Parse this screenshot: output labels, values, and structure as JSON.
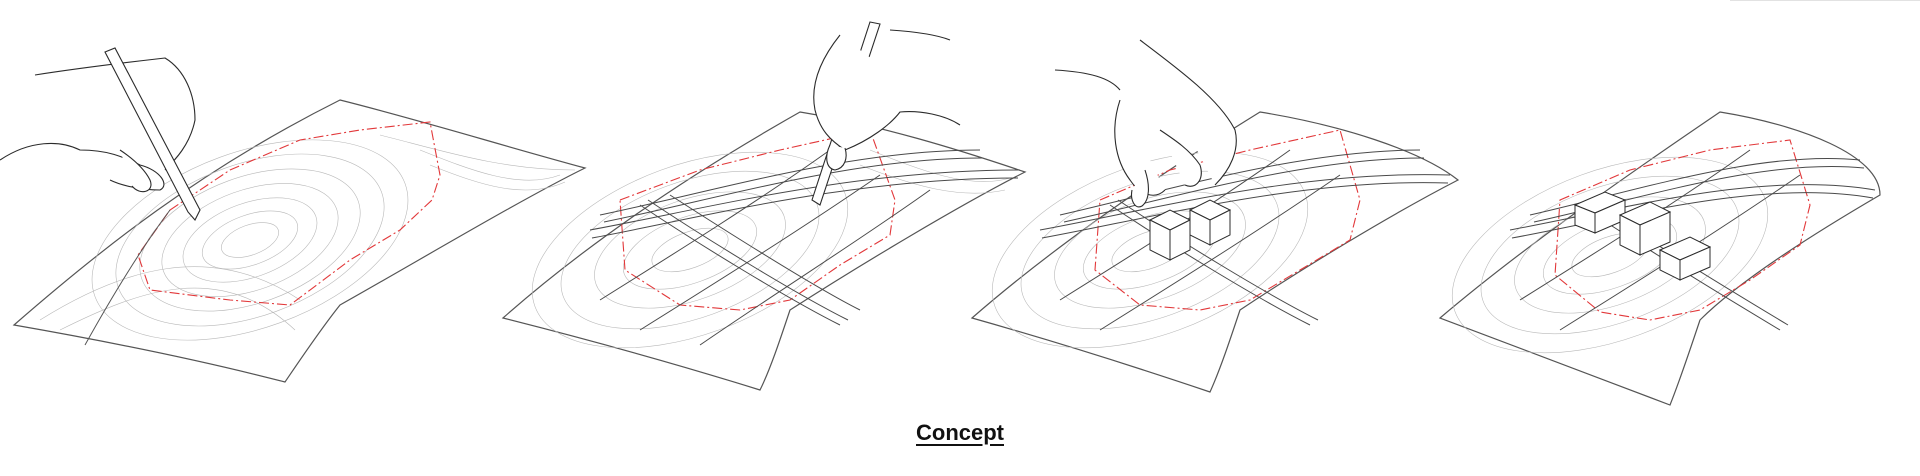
{
  "figure": {
    "caption": "Concept",
    "colors": {
      "contour": "#b8b8b8",
      "outline": "#555555",
      "boundary": "#e2383a",
      "road": "#4a4a4a",
      "ink": "#2b2b2b"
    },
    "panels": [
      {
        "step": 1,
        "action": "hand-drawing-site-boundary",
        "icon": "hand-pencil-icon",
        "has_roads": false,
        "has_buildings": false
      },
      {
        "step": 2,
        "action": "hand-drawing-roads",
        "icon": "hand-pencil-icon",
        "has_roads": true,
        "has_buildings": false
      },
      {
        "step": 3,
        "action": "hand-placing-building-blocks",
        "icon": "hand-block-icon",
        "has_roads": true,
        "has_buildings": true
      },
      {
        "step": 4,
        "action": "completed-layout",
        "icon": "",
        "has_roads": true,
        "has_buildings": true
      }
    ]
  }
}
